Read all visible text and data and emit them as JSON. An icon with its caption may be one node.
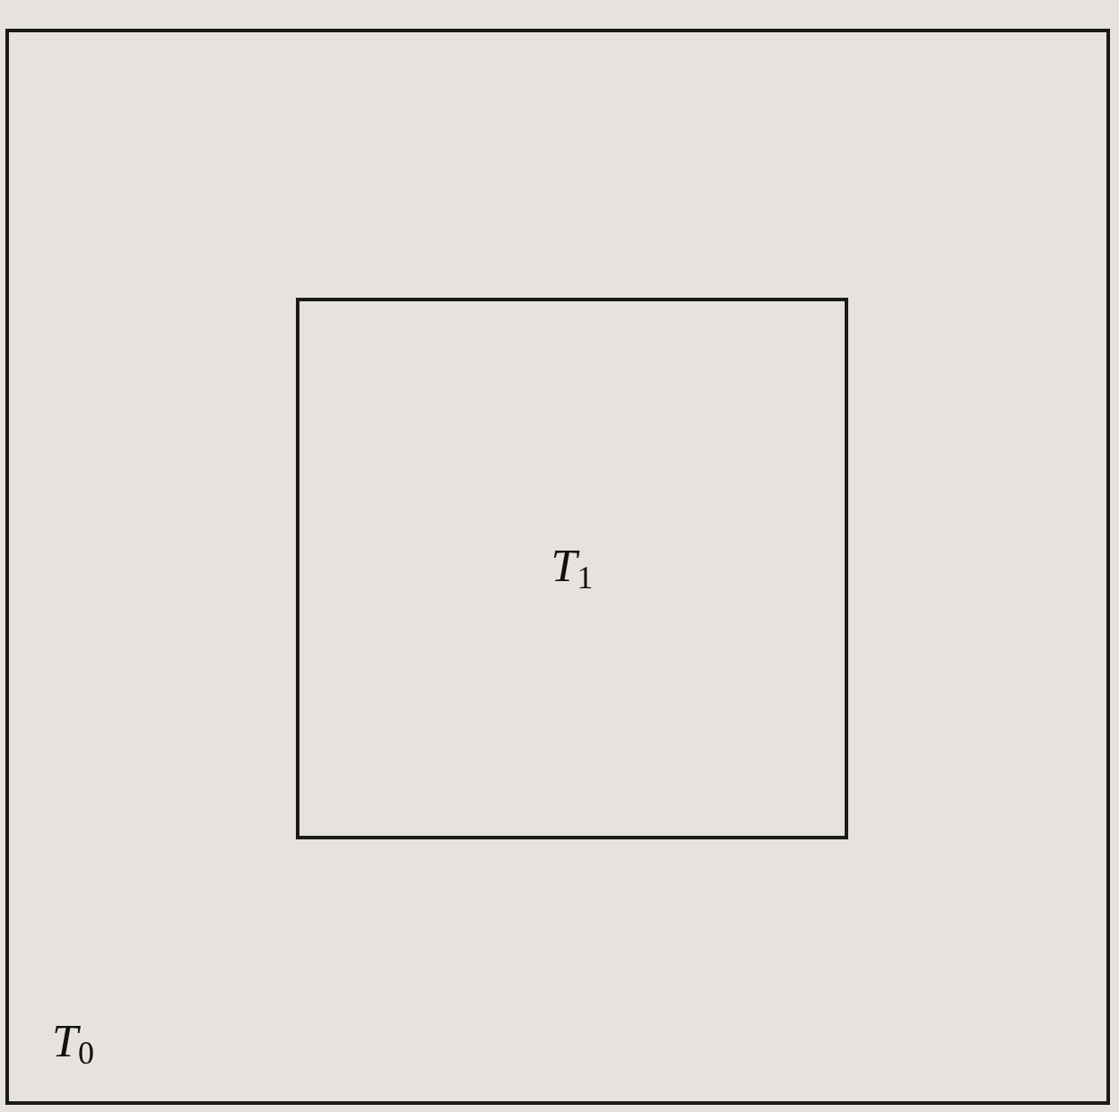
{
  "diagram": {
    "nodes": [
      {
        "text": [
          "*T*$_{0}$"
        ]
      },
      {
        "text": [
          "*T*$_{1}$"
        ],
        "in": 0
      }
    ]
  }
}
